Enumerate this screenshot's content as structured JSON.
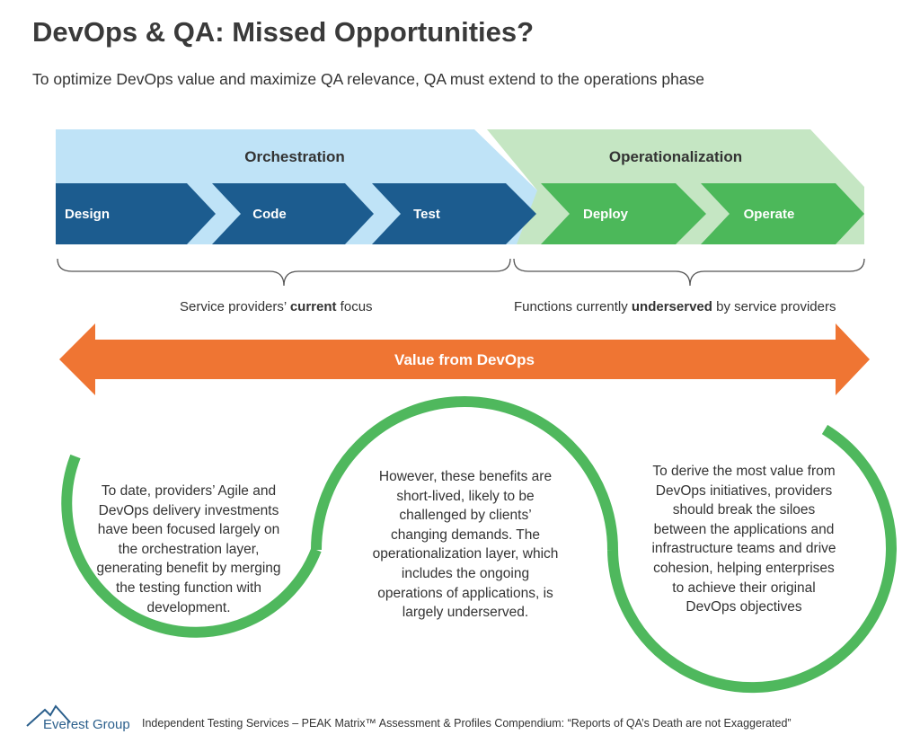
{
  "title": "DevOps & QA: Missed Opportunities?",
  "subtitle": "To optimize DevOps value and maximize QA relevance, QA must extend to the operations phase",
  "layers": {
    "orchestration": "Orchestration",
    "operationalization": "Operationalization"
  },
  "stages": {
    "design": "Design",
    "code": "Code",
    "test": "Test",
    "deploy": "Deploy",
    "operate": "Operate"
  },
  "focus": {
    "current_pre": "Service providers’ ",
    "current_bold": "current",
    "current_post": " focus",
    "underserved_pre": "Functions currently ",
    "underserved_bold": "underserved",
    "underserved_post": " by service providers"
  },
  "value_arrow": "Value from DevOps",
  "paragraphs": {
    "left": "To date, providers’ Agile and DevOps delivery investments have been focused largely on the orchestration layer, generating benefit by merging the testing function with development.",
    "middle": "However, these benefits are short-lived, likely to be challenged by clients’ changing demands. The operationalization layer, which includes the ongoing operations of applications, is largely underserved.",
    "right": "To derive the most value from DevOps initiatives, providers should break the siloes between the applications and infrastructure teams and drive cohesion, helping enterprises to achieve their original DevOps objectives"
  },
  "footer": {
    "brand": "Everest Group",
    "citation": "Independent Testing Services – PEAK Matrix™ Assessment & Profiles Compendium: “Reports of QA’s Death are not Exaggerated”"
  },
  "colors": {
    "orchestration_band": "#bfe3f7",
    "operationalization_band": "#c5e6c3",
    "stage_blue": "#1c5c8f",
    "stage_green": "#4cb85a",
    "value_arrow": "#ef7533",
    "swirl": "#4fb85d"
  }
}
